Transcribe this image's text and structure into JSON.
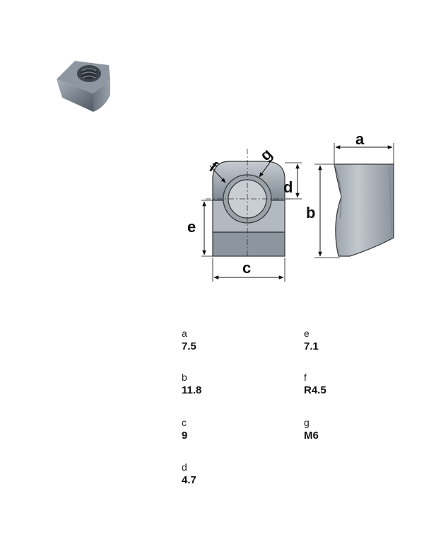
{
  "drawing": {
    "labels": {
      "a": "a",
      "b": "b",
      "c": "c",
      "d": "d",
      "e": "e",
      "f": "f",
      "g": "g"
    }
  },
  "specs": [
    {
      "key": "a",
      "value": "7.5"
    },
    {
      "key": "b",
      "value": "11.8"
    },
    {
      "key": "c",
      "value": "9"
    },
    {
      "key": "d",
      "value": "4.7"
    },
    {
      "key": "e",
      "value": "7.1"
    },
    {
      "key": "f",
      "value": "R4.5"
    },
    {
      "key": "g",
      "value": "M6"
    }
  ]
}
